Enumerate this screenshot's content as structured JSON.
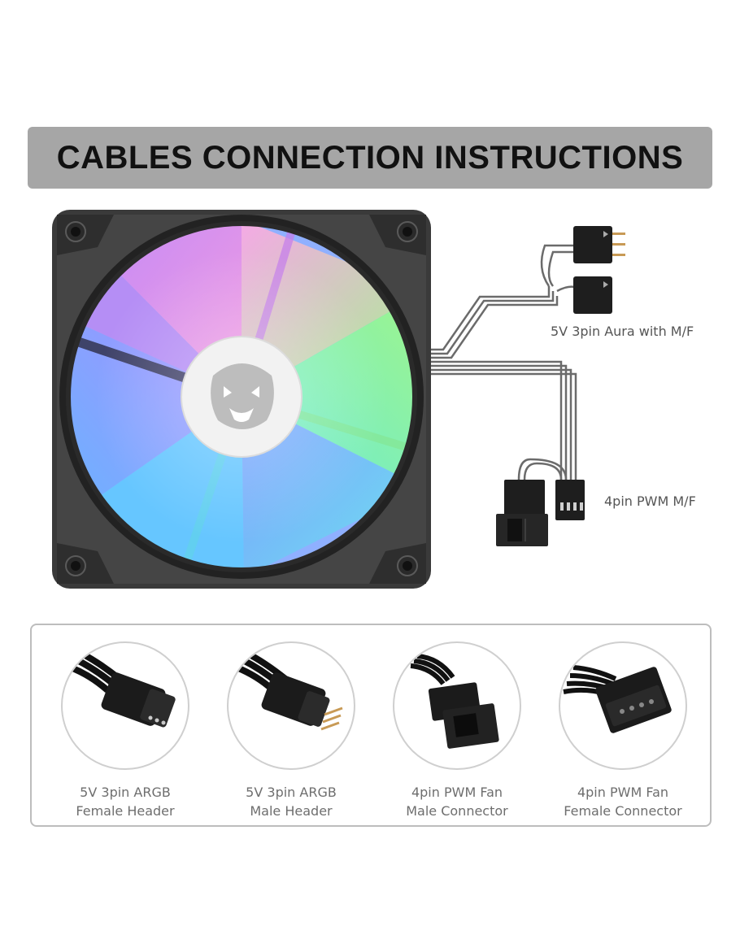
{
  "title": "CABLES CONNECTION INSTRUCTIONS",
  "diagram": {
    "cable_labels": [
      {
        "text": "5V 3pin Aura with M/F"
      },
      {
        "text": "4pin PWM M/F"
      }
    ],
    "rgb_gradient_colors": [
      "#b36cf5",
      "#f07ad6",
      "#8ff07a",
      "#4df0c8",
      "#5cc8ff",
      "#6b7cff"
    ]
  },
  "legend": [
    {
      "icon": "argb-female-header-icon",
      "line1": "5V 3pin ARGB",
      "line2": "Female Header"
    },
    {
      "icon": "argb-male-header-icon",
      "line1": "5V 3pin ARGB",
      "line2": "Male Header"
    },
    {
      "icon": "pwm-male-connector-icon",
      "line1": "4pin PWM Fan",
      "line2": "Male Connector"
    },
    {
      "icon": "pwm-female-connector-icon",
      "line1": "4pin PWM Fan",
      "line2": "Female Connector"
    }
  ]
}
